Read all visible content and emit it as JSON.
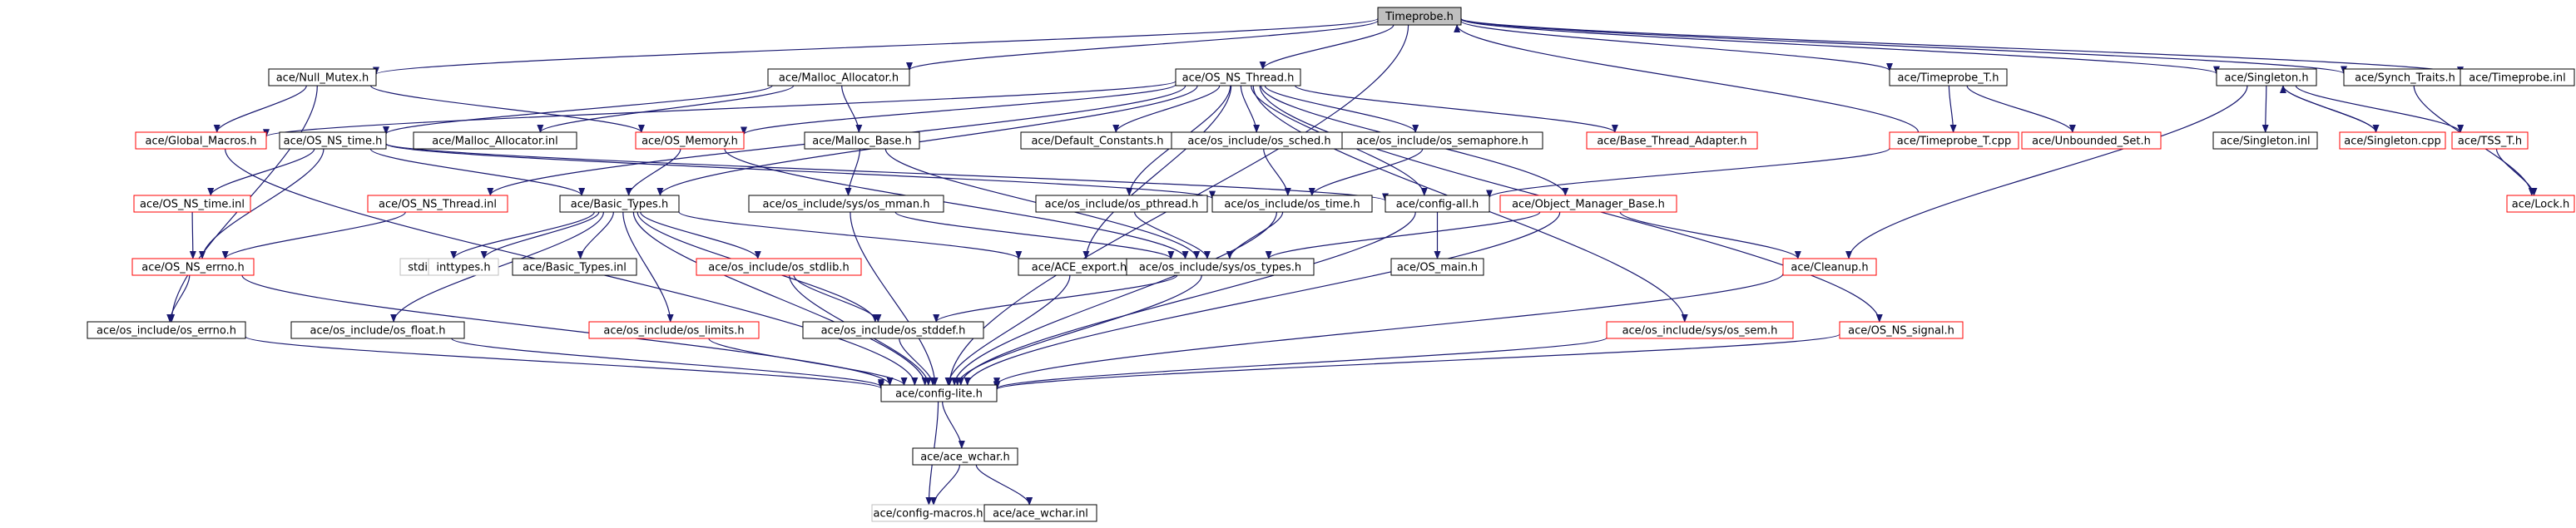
{
  "colors": {
    "edge": "#191970",
    "border_normal": "#000000",
    "border_truncated": "#ff0000",
    "border_external": "#bfbfbf",
    "root_fill": "#bfbfbf",
    "node_fill": "#ffffff"
  },
  "nodes": [
    {
      "id": "timeprobe_h",
      "label": "Timeprobe.h",
      "style": "root"
    },
    {
      "id": "null_mutex",
      "label": "ace/Null_Mutex.h",
      "style": "normal"
    },
    {
      "id": "malloc_allocator",
      "label": "ace/Malloc_Allocator.h",
      "style": "normal"
    },
    {
      "id": "os_ns_thread_h",
      "label": "ace/OS_NS_Thread.h",
      "style": "normal"
    },
    {
      "id": "timeprobe_t_h",
      "label": "ace/Timeprobe_T.h",
      "style": "normal"
    },
    {
      "id": "singleton_h",
      "label": "ace/Singleton.h",
      "style": "normal"
    },
    {
      "id": "synch_traits",
      "label": "ace/Synch_Traits.h",
      "style": "normal"
    },
    {
      "id": "timeprobe_inl",
      "label": "ace/Timeprobe.inl",
      "style": "normal"
    },
    {
      "id": "global_macros",
      "label": "ace/Global_Macros.h",
      "style": "truncated"
    },
    {
      "id": "os_ns_time_h",
      "label": "ace/OS_NS_time.h",
      "style": "normal"
    },
    {
      "id": "malloc_allocator_inl",
      "label": "ace/Malloc_Allocator.inl",
      "style": "normal"
    },
    {
      "id": "os_memory",
      "label": "ace/OS_Memory.h",
      "style": "truncated"
    },
    {
      "id": "malloc_base",
      "label": "ace/Malloc_Base.h",
      "style": "normal"
    },
    {
      "id": "default_constants",
      "label": "ace/Default_Constants.h",
      "style": "normal"
    },
    {
      "id": "os_sched",
      "label": "ace/os_include/os_sched.h",
      "style": "normal"
    },
    {
      "id": "os_semaphore",
      "label": "ace/os_include/os_semaphore.h",
      "style": "normal"
    },
    {
      "id": "base_thread_adapter",
      "label": "ace/Base_Thread_Adapter.h",
      "style": "truncated"
    },
    {
      "id": "timeprobe_t_cpp",
      "label": "ace/Timeprobe_T.cpp",
      "style": "truncated"
    },
    {
      "id": "unbounded_set",
      "label": "ace/Unbounded_Set.h",
      "style": "truncated"
    },
    {
      "id": "singleton_inl",
      "label": "ace/Singleton.inl",
      "style": "normal"
    },
    {
      "id": "singleton_cpp",
      "label": "ace/Singleton.cpp",
      "style": "truncated"
    },
    {
      "id": "tss_t",
      "label": "ace/TSS_T.h",
      "style": "truncated"
    },
    {
      "id": "os_ns_time_inl",
      "label": "ace/OS_NS_time.inl",
      "style": "truncated"
    },
    {
      "id": "os_ns_thread_inl",
      "label": "ace/OS_NS_Thread.inl",
      "style": "truncated"
    },
    {
      "id": "basic_types_h",
      "label": "ace/Basic_Types.h",
      "style": "normal"
    },
    {
      "id": "os_mman",
      "label": "ace/os_include/sys/os_mman.h",
      "style": "normal"
    },
    {
      "id": "os_pthread",
      "label": "ace/os_include/os_pthread.h",
      "style": "normal"
    },
    {
      "id": "os_include_time",
      "label": "ace/os_include/os_time.h",
      "style": "normal"
    },
    {
      "id": "config_all",
      "label": "ace/config-all.h",
      "style": "normal"
    },
    {
      "id": "object_manager_base",
      "label": "ace/Object_Manager_Base.h",
      "style": "truncated"
    },
    {
      "id": "lock_h",
      "label": "ace/Lock.h",
      "style": "truncated"
    },
    {
      "id": "os_ns_errno",
      "label": "ace/OS_NS_errno.h",
      "style": "truncated"
    },
    {
      "id": "stdint",
      "label": "stdint.h",
      "style": "external"
    },
    {
      "id": "inttypes",
      "label": "inttypes.h",
      "style": "external"
    },
    {
      "id": "basic_types_inl",
      "label": "ace/Basic_Types.inl",
      "style": "normal"
    },
    {
      "id": "os_stdlib",
      "label": "ace/os_include/os_stdlib.h",
      "style": "truncated"
    },
    {
      "id": "ace_export",
      "label": "ace/ACE_export.h",
      "style": "normal"
    },
    {
      "id": "os_types",
      "label": "ace/os_include/sys/os_types.h",
      "style": "normal"
    },
    {
      "id": "os_main",
      "label": "ace/OS_main.h",
      "style": "normal"
    },
    {
      "id": "cleanup",
      "label": "ace/Cleanup.h",
      "style": "truncated"
    },
    {
      "id": "os_include_errno",
      "label": "ace/os_include/os_errno.h",
      "style": "normal"
    },
    {
      "id": "os_float",
      "label": "ace/os_include/os_float.h",
      "style": "normal"
    },
    {
      "id": "os_limits",
      "label": "ace/os_include/os_limits.h",
      "style": "truncated"
    },
    {
      "id": "os_stddef",
      "label": "ace/os_include/os_stddef.h",
      "style": "normal"
    },
    {
      "id": "os_sem",
      "label": "ace/os_include/sys/os_sem.h",
      "style": "truncated"
    },
    {
      "id": "os_ns_signal",
      "label": "ace/OS_NS_signal.h",
      "style": "truncated"
    },
    {
      "id": "config_lite",
      "label": "ace/config-lite.h",
      "style": "normal"
    },
    {
      "id": "ace_wchar_h",
      "label": "ace/ace_wchar.h",
      "style": "normal"
    },
    {
      "id": "config_macros",
      "label": "ace/config-macros.h",
      "style": "external"
    },
    {
      "id": "ace_wchar_inl",
      "label": "ace/ace_wchar.inl",
      "style": "normal"
    }
  ],
  "edges": [
    [
      "timeprobe_h",
      "null_mutex"
    ],
    [
      "timeprobe_h",
      "malloc_allocator"
    ],
    [
      "timeprobe_h",
      "os_ns_thread_h"
    ],
    [
      "timeprobe_h",
      "timeprobe_t_h"
    ],
    [
      "timeprobe_h",
      "singleton_h"
    ],
    [
      "timeprobe_h",
      "synch_traits"
    ],
    [
      "timeprobe_h",
      "timeprobe_inl"
    ],
    [
      "timeprobe_h",
      "config_lite"
    ],
    [
      "null_mutex",
      "global_macros"
    ],
    [
      "null_mutex",
      "os_memory"
    ],
    [
      "null_mutex",
      "os_include_errno"
    ],
    [
      "malloc_allocator",
      "malloc_allocator_inl"
    ],
    [
      "malloc_allocator",
      "malloc_base"
    ],
    [
      "malloc_allocator",
      "os_ns_time_h"
    ],
    [
      "os_ns_thread_h",
      "default_constants"
    ],
    [
      "os_ns_thread_h",
      "os_sched"
    ],
    [
      "os_ns_thread_h",
      "os_semaphore"
    ],
    [
      "os_ns_thread_h",
      "base_thread_adapter"
    ],
    [
      "os_ns_thread_h",
      "object_manager_base"
    ],
    [
      "os_ns_thread_h",
      "config_all"
    ],
    [
      "os_ns_thread_h",
      "os_ns_thread_inl"
    ],
    [
      "os_ns_thread_h",
      "global_macros"
    ],
    [
      "os_ns_thread_h",
      "os_memory"
    ],
    [
      "os_ns_thread_h",
      "basic_types_h"
    ],
    [
      "os_ns_thread_h",
      "os_pthread"
    ],
    [
      "os_ns_thread_h",
      "ace_export"
    ],
    [
      "os_ns_thread_h",
      "os_sem"
    ],
    [
      "os_ns_thread_h",
      "os_ns_signal"
    ],
    [
      "timeprobe_t_h",
      "timeprobe_t_cpp"
    ],
    [
      "timeprobe_t_h",
      "unbounded_set"
    ],
    [
      "timeprobe_t_cpp",
      "timeprobe_h"
    ],
    [
      "timeprobe_t_cpp",
      "config_all"
    ],
    [
      "singleton_h",
      "singleton_inl"
    ],
    [
      "singleton_h",
      "singleton_cpp"
    ],
    [
      "singleton_h",
      "tss_t"
    ],
    [
      "singleton_h",
      "cleanup"
    ],
    [
      "singleton_cpp",
      "singleton_h"
    ],
    [
      "synch_traits",
      "lock_h"
    ],
    [
      "tss_t",
      "lock_h"
    ],
    [
      "os_ns_time_h",
      "os_ns_time_inl"
    ],
    [
      "os_ns_time_h",
      "basic_types_h"
    ],
    [
      "os_ns_time_h",
      "os_include_time"
    ],
    [
      "os_ns_time_h",
      "config_all"
    ],
    [
      "os_ns_time_h",
      "os_ns_errno"
    ],
    [
      "os_ns_time_inl",
      "os_ns_errno"
    ],
    [
      "os_ns_thread_inl",
      "os_ns_errno"
    ],
    [
      "os_memory",
      "basic_types_h"
    ],
    [
      "os_memory",
      "os_types"
    ],
    [
      "malloc_base",
      "os_mman"
    ],
    [
      "malloc_base",
      "os_types"
    ],
    [
      "os_sched",
      "os_include_time"
    ],
    [
      "os_semaphore",
      "os_include_time"
    ],
    [
      "object_manager_base",
      "cleanup"
    ],
    [
      "object_manager_base",
      "os_types"
    ],
    [
      "object_manager_base",
      "config_lite"
    ],
    [
      "config_all",
      "os_main"
    ],
    [
      "config_all",
      "config_lite"
    ],
    [
      "basic_types_h",
      "stdint"
    ],
    [
      "basic_types_h",
      "inttypes"
    ],
    [
      "basic_types_h",
      "basic_types_inl"
    ],
    [
      "basic_types_h",
      "os_stdlib"
    ],
    [
      "basic_types_h",
      "ace_export"
    ],
    [
      "basic_types_h",
      "os_float"
    ],
    [
      "basic_types_h",
      "os_limits"
    ],
    [
      "basic_types_h",
      "os_stddef"
    ],
    [
      "basic_types_h",
      "config_lite"
    ],
    [
      "os_mman",
      "os_types"
    ],
    [
      "os_mman",
      "config_lite"
    ],
    [
      "os_pthread",
      "os_types"
    ],
    [
      "os_include_time",
      "os_types"
    ],
    [
      "os_include_time",
      "config_lite"
    ],
    [
      "os_types",
      "os_stddef"
    ],
    [
      "os_types",
      "config_lite"
    ],
    [
      "os_stdlib",
      "os_stddef"
    ],
    [
      "os_stdlib",
      "config_lite"
    ],
    [
      "ace_export",
      "config_lite"
    ],
    [
      "cleanup",
      "config_lite"
    ],
    [
      "os_ns_errno",
      "os_include_errno"
    ],
    [
      "os_ns_errno",
      "config_lite"
    ],
    [
      "os_include_errno",
      "config_lite"
    ],
    [
      "os_float",
      "config_lite"
    ],
    [
      "os_limits",
      "config_lite"
    ],
    [
      "os_stddef",
      "config_lite"
    ],
    [
      "os_sem",
      "config_lite"
    ],
    [
      "os_ns_signal",
      "config_lite"
    ],
    [
      "global_macros",
      "config_lite"
    ],
    [
      "config_lite",
      "ace_wchar_h"
    ],
    [
      "config_lite",
      "config_macros"
    ],
    [
      "ace_wchar_h",
      "config_macros"
    ],
    [
      "ace_wchar_h",
      "ace_wchar_inl"
    ]
  ]
}
